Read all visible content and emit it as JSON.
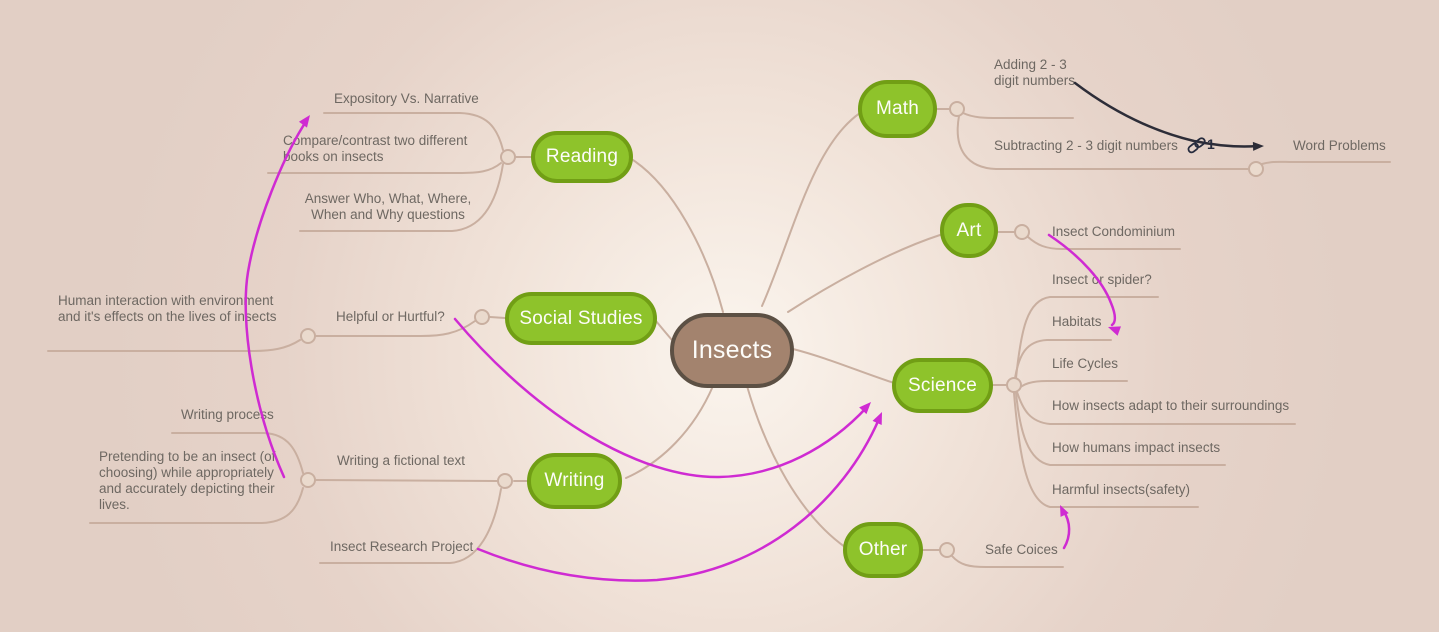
{
  "mindmap": {
    "root": {
      "label": "Insects"
    },
    "branches": [
      {
        "id": "reading",
        "label": "Reading",
        "topics": [
          {
            "label": "Expository Vs. Narrative"
          },
          {
            "label": "Compare/contrast two different books on insects"
          },
          {
            "label": "Answer Who, What, Where, When and Why questions"
          }
        ]
      },
      {
        "id": "math",
        "label": "Math",
        "topics": [
          {
            "label": "Adding 2 - 3 digit numbers"
          },
          {
            "label": "Subtracting 2 - 3 digit numbers",
            "children": [
              {
                "label": "Word Problems"
              }
            ]
          }
        ]
      },
      {
        "id": "art",
        "label": "Art",
        "topics": [
          {
            "label": "Insect Condominium"
          }
        ]
      },
      {
        "id": "science",
        "label": "Science",
        "topics": [
          {
            "label": "Insect or spider?"
          },
          {
            "label": "Habitats"
          },
          {
            "label": "Life Cycles"
          },
          {
            "label": "How insects adapt to their surroundings"
          },
          {
            "label": "How humans impact insects"
          },
          {
            "label": "Harmful insects(safety)"
          }
        ]
      },
      {
        "id": "social-studies",
        "label": "Social Studies",
        "topics": [
          {
            "label": "Helpful or Hurtful?",
            "children": [
              {
                "label": "Human interaction with environment and it's effects on the lives of insects"
              }
            ]
          }
        ]
      },
      {
        "id": "writing",
        "label": "Writing",
        "topics": [
          {
            "label": "Writing a fictional text",
            "children": [
              {
                "label": "Writing process"
              },
              {
                "label": "Pretending to be an insect (of choosing) while appropriately and accurately depicting their lives."
              }
            ]
          },
          {
            "label": "Insect Research Project"
          }
        ]
      },
      {
        "id": "other",
        "label": "Other",
        "topics": [
          {
            "label": "Safe Coices"
          }
        ]
      }
    ],
    "annotations": {
      "word_problems_link_count": "1"
    }
  },
  "colors": {
    "branch_fill": "#8ec32b",
    "branch_border": "#719e15",
    "root_fill": "#a3836e",
    "root_border": "#5c5044",
    "connector": "#c9afa0",
    "connector_fill": "#eadacd",
    "arrow_magenta": "#cf2bd2",
    "arrow_black": "#2d2d38",
    "text": "#6e6862"
  }
}
